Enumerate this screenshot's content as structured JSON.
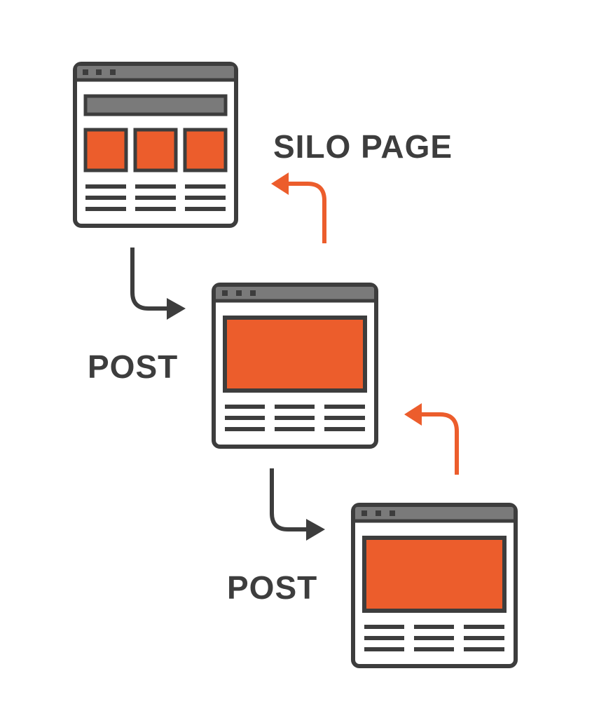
{
  "labels": {
    "silo_page": "SILO PAGE",
    "post_1": "POST",
    "post_2": "POST"
  },
  "colors": {
    "outline": "#3d3d3d",
    "titlebar": "#7a7a7a",
    "accent": "#ec5d2c",
    "background": "#ffffff"
  }
}
